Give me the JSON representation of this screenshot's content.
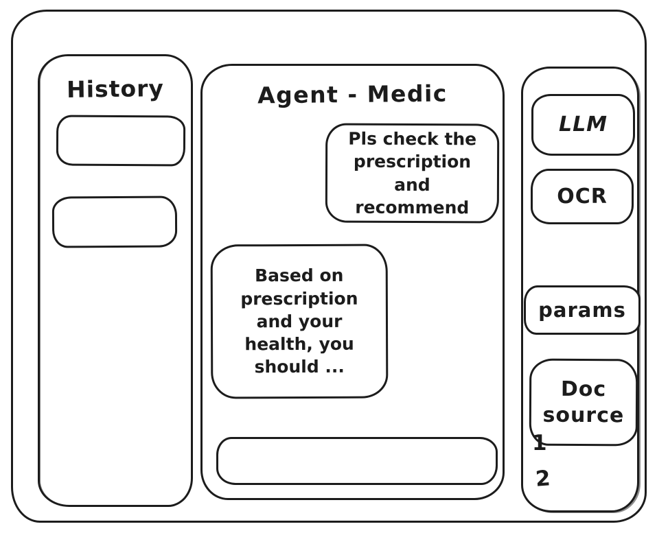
{
  "history": {
    "title": "History",
    "items": [
      {
        "label": ""
      },
      {
        "label": ""
      }
    ]
  },
  "chat": {
    "title": "Agent - Medic",
    "messages": [
      {
        "role": "user",
        "text": "Pls check the prescription and recommend"
      },
      {
        "role": "assistant",
        "text": "Based on prescription and your health, you should ..."
      }
    ],
    "input": {
      "value": ""
    }
  },
  "tools": {
    "llm_label": "LLM",
    "ocr_label": "OCR",
    "params_label": "params",
    "doc_source_label": "Doc source",
    "doc_sources": [
      "1",
      "2"
    ]
  },
  "colors": {
    "stroke": "#1c1c1c",
    "background": "#ffffff"
  }
}
